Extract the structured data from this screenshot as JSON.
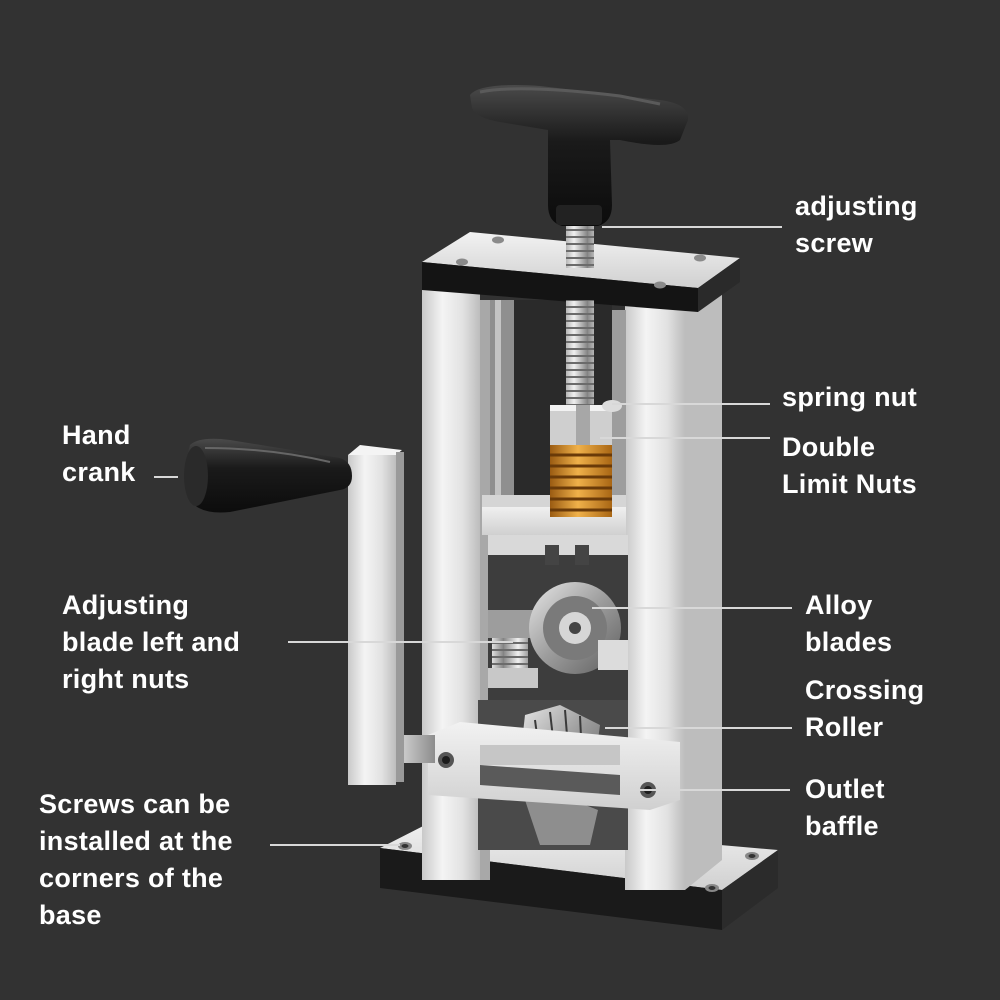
{
  "labels": {
    "adjusting_screw": [
      "adjusting",
      "screw"
    ],
    "spring_nut": [
      "spring nut"
    ],
    "double_limit_nuts": [
      "Double",
      "Limit Nuts"
    ],
    "hand_crank": [
      "Hand",
      "crank"
    ],
    "adjusting_blade": [
      "Adjusting",
      "blade left and",
      "right nuts"
    ],
    "alloy_blades": [
      "Alloy",
      "blades"
    ],
    "crossing_roller": [
      "Crossing",
      "Roller"
    ],
    "outlet_baffle": [
      "Outlet",
      "baffle"
    ],
    "screws_base": [
      "Screws can be",
      "installed at the",
      "corners of the",
      "base"
    ]
  },
  "colors": {
    "background": "#323232",
    "label_text": "#ffffff",
    "leader_line": "#d8d8d8",
    "frame_silver": "#e6e6e6",
    "spring_gold": "#d08a24",
    "handle_black": "#1b1b1b"
  }
}
